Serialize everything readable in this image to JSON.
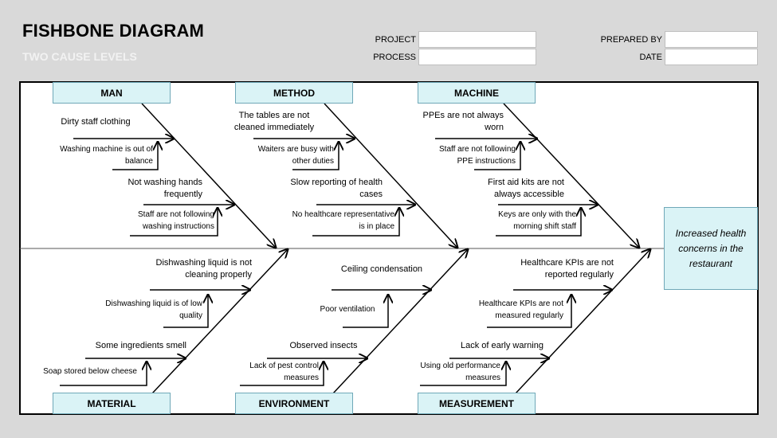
{
  "header": {
    "title": "FISHBONE DIAGRAM",
    "subtitle": "TWO CAUSE LEVELS",
    "project_label": "PROJECT",
    "project_value": "",
    "process_label": "PROCESS",
    "process_value": "",
    "prepared_by_label": "PREPARED BY",
    "prepared_by_value": "",
    "date_label": "DATE",
    "date_value": ""
  },
  "effect": "Increased health concerns in the restaurant",
  "categories": {
    "man": {
      "label": "MAN",
      "cause1": "Dirty staff clothing",
      "sub1": "Washing machine is out of balance",
      "cause2": "Not washing hands frequently",
      "sub2": "Staff are not following washing instructions"
    },
    "method": {
      "label": "METHOD",
      "cause1": "The tables are not cleaned immediately",
      "sub1": "Waiters are busy with other duties",
      "cause2": "Slow reporting of health cases",
      "sub2": "No healthcare representative is in place"
    },
    "machine": {
      "label": "MACHINE",
      "cause1": "PPEs are not always worn",
      "sub1": "Staff are not following PPE instructions",
      "cause2": "First aid kits are not always accessible",
      "sub2": "Keys are only with the morning shift staff"
    },
    "material": {
      "label": "MATERIAL",
      "cause1": "Dishwashing liquid is not cleaning properly",
      "sub1": "Dishwashing liquid is of low quality",
      "cause2": "Some ingredients smell",
      "sub2": "Soap stored below cheese"
    },
    "environment": {
      "label": "ENVIRONMENT",
      "cause1": "Ceiling condensation",
      "sub1": "Poor ventilation",
      "cause2": "Observed insects",
      "sub2": "Lack of pest control measures"
    },
    "measurement": {
      "label": "MEASUREMENT",
      "cause1": "Healthcare KPIs are not reported regularly",
      "sub1": "Healthcare KPIs are not measured regularly",
      "cause2": "Lack of early warning",
      "sub2": "Using old performance measures"
    }
  },
  "colors": {
    "category_fill": "#daf3f6",
    "background": "#d9d9d9",
    "subtitle": "#f2f2f2"
  }
}
